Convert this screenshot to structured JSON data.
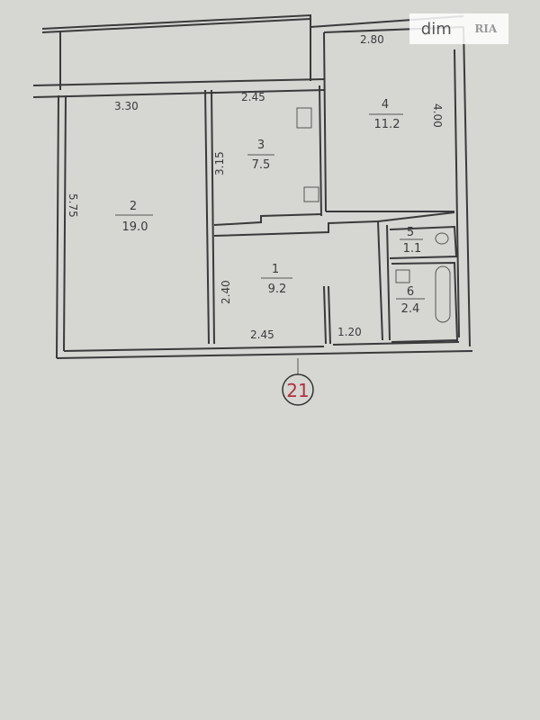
{
  "watermark": {
    "dim": "dim",
    "ria": "RIA"
  },
  "rooms": [
    {
      "no": "1",
      "area": "9.2"
    },
    {
      "no": "2",
      "area": "19.0"
    },
    {
      "no": "3",
      "area": "7.5"
    },
    {
      "no": "4",
      "area": "11.2"
    },
    {
      "no": "5",
      "area": "1.1"
    },
    {
      "no": "6",
      "area": "2.4"
    }
  ],
  "dimensions": {
    "d330": "3.30",
    "d245a": "2.45",
    "d280": "2.80",
    "d400": "4.00",
    "d315": "3.15",
    "d575": "5.75",
    "d240": "2.40",
    "d245b": "2.45",
    "d120": "1.20"
  },
  "apartment_number": "21",
  "colors": {
    "paper": "#d6d6d2",
    "ink": "#3a3a3c",
    "stamp": "#b03040"
  }
}
